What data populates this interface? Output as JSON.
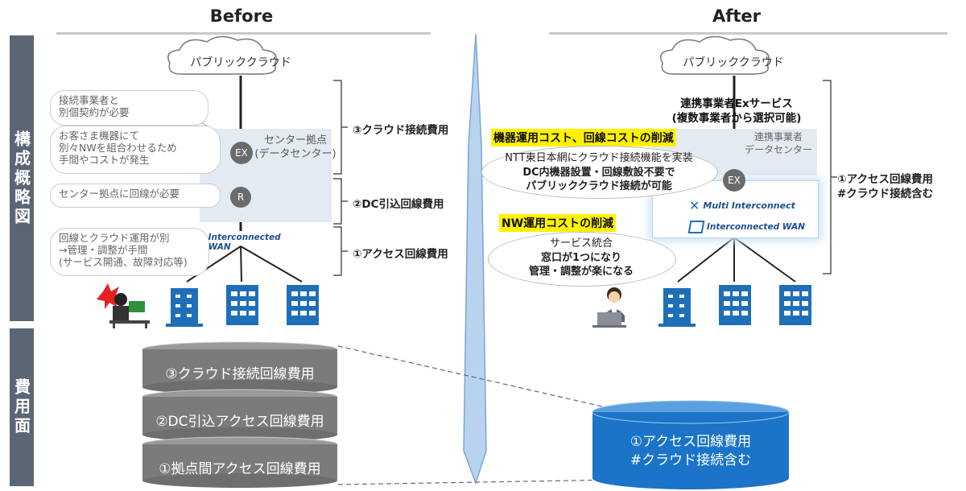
{
  "headers": {
    "before": "Before",
    "after": "After"
  },
  "side_labels": {
    "structure": "構成概略図",
    "cost": "費用面"
  },
  "cloud_label": "パブリッククラウド",
  "before": {
    "callouts": [
      "接続事業者と\n別個契約が必要",
      "お客さま機器にて\n別々NWを組合わせるため\n手間やコストが発生",
      "センター拠点に回線が必要",
      "回線とクラウド運用が別\n→管理・調整が手間\n(サービス開通、故障対応等)"
    ],
    "center_label": "センター拠点\n(データセンター)",
    "nodes": {
      "ex": "EX",
      "r": "R"
    },
    "wan_label": "Interconnected WAN",
    "brackets": [
      "③クラウド接続費用",
      "②DC引込回線費用",
      "①アクセス回線費用"
    ],
    "cost_stack": [
      "③クラウド接続回線費用",
      "②DC引込アクセス回線費用",
      "①拠点間アクセス回線費用"
    ]
  },
  "after": {
    "partner_service": "連携事業者Exサービス\n(複数事業者から選択可能)",
    "partner_dc": "連携事業者\nデータセンター",
    "highlight1": "機器運用コスト、回線コストの削減",
    "bubble1_line1": "NTT東日本網にクラウド接続機能を実装",
    "bubble1_line2": "DC内機器設置・回線敷設不要で\nパブリッククラウド接続が可能",
    "highlight2": "NW運用コストの削減",
    "bubble2_line1": "サービス統合",
    "bubble2_line2": "窓口が1つになり\n管理・調整が楽になる",
    "ex_node": "EX",
    "multi_label": "Multi Interconnect",
    "wan_label": "Interconnected WAN",
    "bracket": "①アクセス回線費用\n#クラウド接続含む",
    "cost_label": "①アクセス回線費用\n#クラウド接続含む"
  },
  "colors": {
    "cylinder_gray": "#7b7b7b",
    "cylinder_blue": "#1b74c8",
    "accent_blue": "#1f6fb8",
    "highlight": "#fff200"
  }
}
